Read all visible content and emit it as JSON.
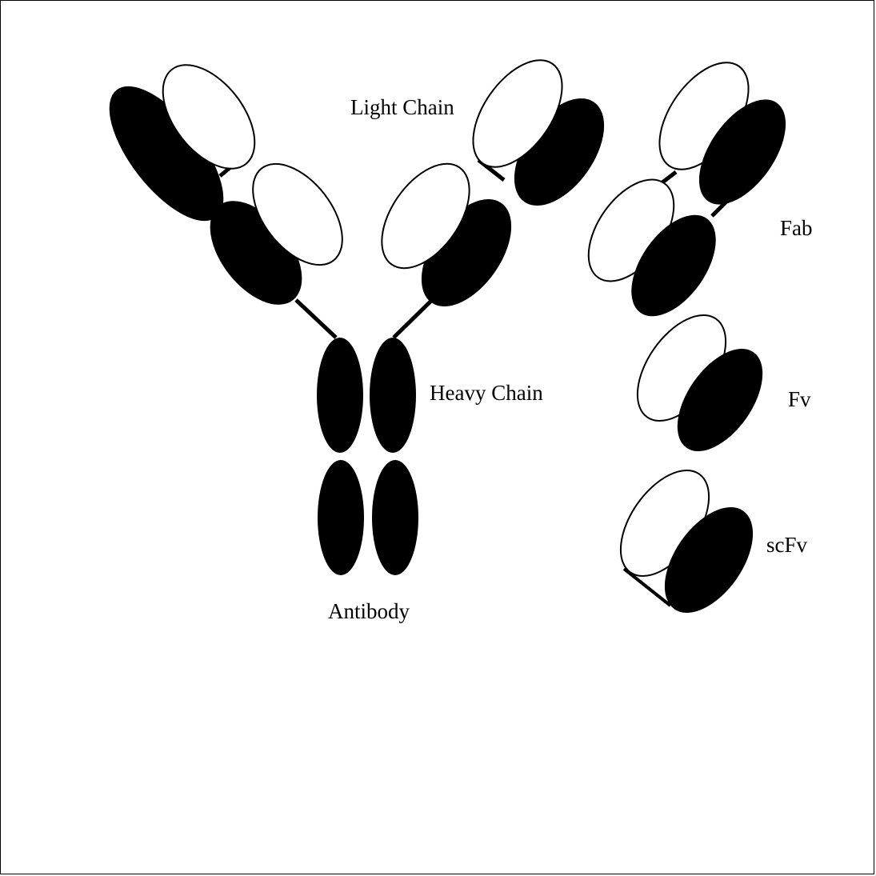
{
  "labels": {
    "light_chain": "Light Chain",
    "heavy_chain": "Heavy Chain",
    "antibody": "Antibody",
    "fab": "Fab",
    "fv": "Fv",
    "scfv": "scFv"
  },
  "colors": {
    "heavy_domain": "#000000",
    "light_domain": "#ffffff",
    "outline": "#000000",
    "background": "#ffffff"
  }
}
